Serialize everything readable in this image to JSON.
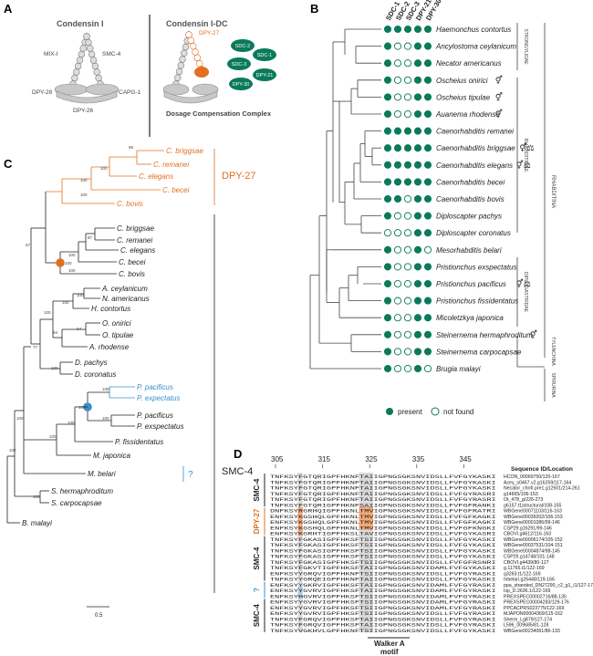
{
  "colors": {
    "green": "#0a7a5a",
    "orange": "#e07020",
    "blue": "#3a8fc8",
    "grey": "#c8c8c8",
    "dark": "#222222",
    "highlight_grey": "#cfcfcf",
    "highlight_orange": "#f2a878",
    "highlight_blue": "#a8cdea"
  },
  "panelA": {
    "label": "A",
    "left_title": "Condensin I",
    "right_title": "Condensin I-DC",
    "subunits_left": [
      "MIX-I",
      "SMC-4",
      "DPY-28",
      "DPY-26",
      "CAPG-1"
    ],
    "dpy27": "DPY-27",
    "dcc_subunits": [
      "SDC-2",
      "SDC-1",
      "SDC-3",
      "DPY-21",
      "DPY-30"
    ],
    "dcc_caption": "Dosage Compensation Complex"
  },
  "panelB": {
    "label": "B",
    "columns": [
      "SDC-1",
      "SDC-2",
      "SDC-3",
      "DPY-21",
      "DPY-30"
    ],
    "species": [
      {
        "name": "Haemonchus contortus",
        "dots": [
          1,
          1,
          1,
          1,
          1
        ],
        "sex": ""
      },
      {
        "name": "Ancylostoma ceylanicum",
        "dots": [
          1,
          0,
          0,
          1,
          1
        ],
        "sex": ""
      },
      {
        "name": "Necator americanus",
        "dots": [
          1,
          0,
          0,
          1,
          1
        ],
        "sex": ""
      },
      {
        "name": "Oscheius onirici",
        "dots": [
          1,
          0,
          0,
          1,
          1
        ],
        "sex": "⚥"
      },
      {
        "name": "Oscheius tipulae",
        "dots": [
          1,
          0,
          0,
          1,
          1
        ],
        "sex": "⚥"
      },
      {
        "name": "Auanema rhodense",
        "dots": [
          1,
          0,
          0,
          1,
          1
        ],
        "sex": "⚥"
      },
      {
        "name": "Caenorhabditis remanei",
        "dots": [
          1,
          1,
          1,
          1,
          1
        ],
        "sex": ""
      },
      {
        "name": "Caenorhabditis briggsae",
        "dots": [
          1,
          1,
          1,
          1,
          1
        ],
        "sex": "⚥⚖"
      },
      {
        "name": "Caenorhabditis elegans",
        "dots": [
          1,
          1,
          1,
          1,
          1
        ],
        "sex": "⚥⚖"
      },
      {
        "name": "Caenorhabditis becei",
        "dots": [
          1,
          1,
          1,
          1,
          1
        ],
        "sex": ""
      },
      {
        "name": "Caenorhabditis bovis",
        "dots": [
          1,
          1,
          0,
          1,
          1
        ],
        "sex": ""
      },
      {
        "name": "Diploscapter pachys",
        "dots": [
          1,
          0,
          0,
          1,
          1
        ],
        "sex": ""
      },
      {
        "name": "Diploscapter coronatus",
        "dots": [
          0,
          0,
          0,
          1,
          1
        ],
        "sex": ""
      },
      {
        "name": "Mesorhabditis belari",
        "dots": [
          1,
          0,
          0,
          1,
          0
        ],
        "sex": ""
      },
      {
        "name": "Pristionchus exspectatus",
        "dots": [
          1,
          0,
          0,
          1,
          1
        ],
        "sex": ""
      },
      {
        "name": "Pristionchus pacificus",
        "dots": [
          1,
          0,
          0,
          1,
          1
        ],
        "sex": "⚥⚖"
      },
      {
        "name": "Pristionchus fissidentatus",
        "dots": [
          1,
          0,
          0,
          1,
          1
        ],
        "sex": ""
      },
      {
        "name": "Micoletzkya japonica",
        "dots": [
          1,
          0,
          0,
          1,
          1
        ],
        "sex": ""
      },
      {
        "name": "Steinernema hermaphroditum",
        "dots": [
          1,
          0,
          0,
          1,
          1
        ],
        "sex": "⚥"
      },
      {
        "name": "Steinernema carpocapsae",
        "dots": [
          1,
          0,
          0,
          1,
          1
        ],
        "sex": ""
      },
      {
        "name": "Brugia malayi",
        "dots": [
          1,
          0,
          0,
          1,
          0
        ],
        "sex": ""
      }
    ],
    "clades": [
      "STRONGYLIDAE",
      "RHABDITIDAE",
      "DIPLOGASTRIDAE",
      "TYLENCHINA",
      "SPIRURINA",
      "RHABDITINA"
    ],
    "legend_present": "present",
    "legend_notfound": "not found"
  },
  "panelC": {
    "label": "C",
    "dpy27_taxa": [
      "C. briggsae",
      "C. remanei",
      "C. elegans",
      "C. becei",
      "C. bovis"
    ],
    "dpy27_label": "DPY-27",
    "smc4_label": "SMC-4",
    "taxa": [
      "C. briggsae",
      "C. remanei",
      "C. elegans",
      "C. becei",
      "C. bovis",
      "A. ceylanicum",
      "N. americanus",
      "H. contortus",
      "O. onirici",
      "O. tipulae",
      "A. rhodense",
      "D. pachys",
      "D. coronatus"
    ],
    "blue_taxa": [
      "P. pacificus",
      "P. expectatus"
    ],
    "question": "?",
    "taxa2": [
      "P. pacificus",
      "P. exspectatus",
      "P. fissidentatus",
      "M. japonica",
      "M. belari",
      "S. hermaphroditum",
      "S. carpocapsae",
      "B. malayi"
    ],
    "bootstrap": [
      "98",
      "100",
      "100",
      "100",
      "100",
      "100",
      "87",
      "100",
      "100",
      "100",
      "67",
      "100",
      "94",
      "100",
      "94",
      "100",
      "100",
      "77",
      "100",
      "100",
      "100",
      "100",
      "100",
      "100",
      "100",
      "100",
      "100",
      "100",
      "100"
    ],
    "scale": "0.5"
  },
  "panelD": {
    "label": "D",
    "positions": [
      "305",
      "315",
      "325",
      "335",
      "345"
    ],
    "header": "Sequence ID/Location",
    "groups": [
      "SMC-4",
      "DPY-27",
      "SMC-4",
      "?",
      "SMC-4"
    ],
    "motif": "Walker A motif",
    "rows": [
      {
        "seq": "TNFKSYFGTQRIGPFHKNFTAIIGPNGSGKSNVIDSLLFVFGYKASKI",
        "id": "HCON_00069750/120-167"
      },
      {
        "seq": "TNFKSYFGTQRIGPFHKNFTAIIGPNGSGKSNVIDSLLFVFGYKASKI",
        "id": "Acey_s0467.v2.g16259/117-164"
      },
      {
        "seq": "TNFKSYFGTQRIGPFHKNFTAIIGPNGSGKSNVIDSLLFVFGYKASKI",
        "id": "Necator_chrIII.pre1.g12501/214-261"
      },
      {
        "seq": "TNFKSYFGTQRIGPFHKNFTAIIGPNGSGKSNVIDSLLFVFGYRASRI",
        "id": "g14665/106-153"
      },
      {
        "seq": "TNFKSYFGTQRIGPFHKNFTAIIGPNGSGKSNVIDSLLFVFGYRASRI",
        "id": "Ot_478_g/226-273"
      },
      {
        "seq": "TNFKSYFGTQRIGPFHKNFSAIIGPNGSGKSNVIDSLLFVFGFRANKI",
        "id": "g6157.t1|structural/108-155"
      },
      {
        "seq": "DNFKSYRGRHQIGPFHKNLTMVIGPNGSGKSNVIDSLLFVFGFRATRI",
        "id": "WBGene00071103/116-163"
      },
      {
        "seq": "ENFKSYKGSHQLGPFHKNLTMVIGPNGSGKSNVIDSLLFVFGFKAGKI",
        "id": "WBGene00039202/106-153"
      },
      {
        "seq": "ENFKSYKGSHQLGPFHKNLTMVIGPNGSGKSNVIDSLLFVFGFKAGKI",
        "id": "WBGene00001086/99-146"
      },
      {
        "seq": "ENFKSYKGSHQLGPFHKNLTMVIGPNGSGKSNVIDSLLFVFGFKNGKI",
        "id": "CSP29.g16291/99-146"
      },
      {
        "seq": "ENFKSYKGRHTIGPFHKSLTAVIGPNGSGKSNVIDSLLFVFGYKASRI",
        "id": "CBOVI.g4612/116-163"
      },
      {
        "seq": "TNFKSYFGKASIGPFHKSFTSIIGPNGSGKSNVIDSLLFVFGYKASKI",
        "id": "WBGene00006174/105-152"
      },
      {
        "seq": "TNFKSYFGKASIGPFHKSFTSIIGPNGSGKSNVIDSLLFVFGYKASKI",
        "id": "WBGene00037531/104-151"
      },
      {
        "seq": "TNFKSYFGKASIGPFHKSFTSIIGPNGSGKSNVIDSLLFVFGYKASKI",
        "id": "WBGene00004874/98-145"
      },
      {
        "seq": "TNFKSYFGKASIGPFHKSFTSIIGPNGSGKSNVIDSLLFVFGYKASKI",
        "id": "CSP29.g14748/101-148"
      },
      {
        "seq": "TNFKSYFGKASIGPFHKSFTSIIGPNGSGKSNVIDSLLFVFGFRSNRI",
        "id": "CBOVI.g4439/80-127"
      },
      {
        "seq": "TNFKSYFGKVTIGPFHKSFTAIIGPNGSGKSNVIDAMLFVFGYKASKI",
        "id": "g.11765.t1/122-169"
      },
      {
        "seq": "ENFKSYYGRQVIGPFHKNFTSIIGPNGSGKSNVIDSLLFVFGYRASKI",
        "id": "g3263.t1/122-169"
      },
      {
        "seq": "TNFKSYYGRQEIGPFHKNFTAIIGPNGSGKSNVIDSLLFVFGYKASKI",
        "id": "mbelari.g26448/119-166"
      },
      {
        "seq": "ENFKSYYGKRVIGPFHKSFTAIIGPNGSGKSNVIDAMLFVFGYRASKI",
        "id": "ppa_stranded_DN27290_c2_g1_i1/127-174"
      },
      {
        "seq": "ENFKSYYGVRVIGPFHKSFTAIIGPNGSGKSNVIDAMLFVFGYRASKI",
        "id": "Isp_D.2636.1/122-169"
      },
      {
        "seq": "ENFKSYHGVRVIGPFHKSFTSIIGPNGSGKSNVIDAMLFVFGYRASKI",
        "id": "PREXSPEC00002716/88-135"
      },
      {
        "seq": "ENFKSYYGVRVIGPFHKSFTSIIGPNGSGKSNVIDAMLFVFGYRASKI",
        "id": "PREXSPEC00004283/129-176"
      },
      {
        "seq": "ENFKSYYGVRVIGPFHKSFTSIIGPNGSGKSNVIDAMLFVFGYRASKI",
        "id": "PPCACPRS023775/122-169"
      },
      {
        "seq": "ENFKSYYGVRVIGPFHKSFTSIIGPNGSGKSNVIDSLLFVFGYRASKI",
        "id": "MJAPON00004369/115-162"
      },
      {
        "seq": "TNFKSYFGRQVIGPFHKSFTAIIGPNGSGKSNVIDSLLFVFGYRASKI",
        "id": "Sherm_Lg879/127-174"
      },
      {
        "seq": "TNFKSYFGRQVIGPFHKSFTAIIGPNGSGKSNVIDSLLFVFGYRASKI",
        "id": "L596_009685/81-128"
      },
      {
        "seq": "TNFKSYVGKHVLGPFHKNFTSIIGPNGSGKSNVIDSLLFVFGYKASKI",
        "id": "WBGene00234061/86-133"
      }
    ]
  }
}
